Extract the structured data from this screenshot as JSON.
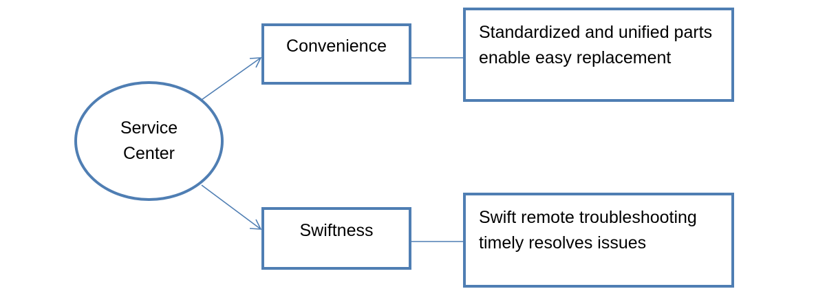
{
  "diagram": {
    "root": {
      "label": "Service\nCenter"
    },
    "branches": [
      {
        "label": "Convenience",
        "description": "Standardized and unified parts enable easy replacement"
      },
      {
        "label": "Swiftness",
        "description": "Swift remote troubleshooting timely resolves issues"
      }
    ]
  },
  "colors": {
    "node_border": "#4f7eb3",
    "connector": "#4f7eb3",
    "background": "#ffffff",
    "text": "#000000"
  }
}
